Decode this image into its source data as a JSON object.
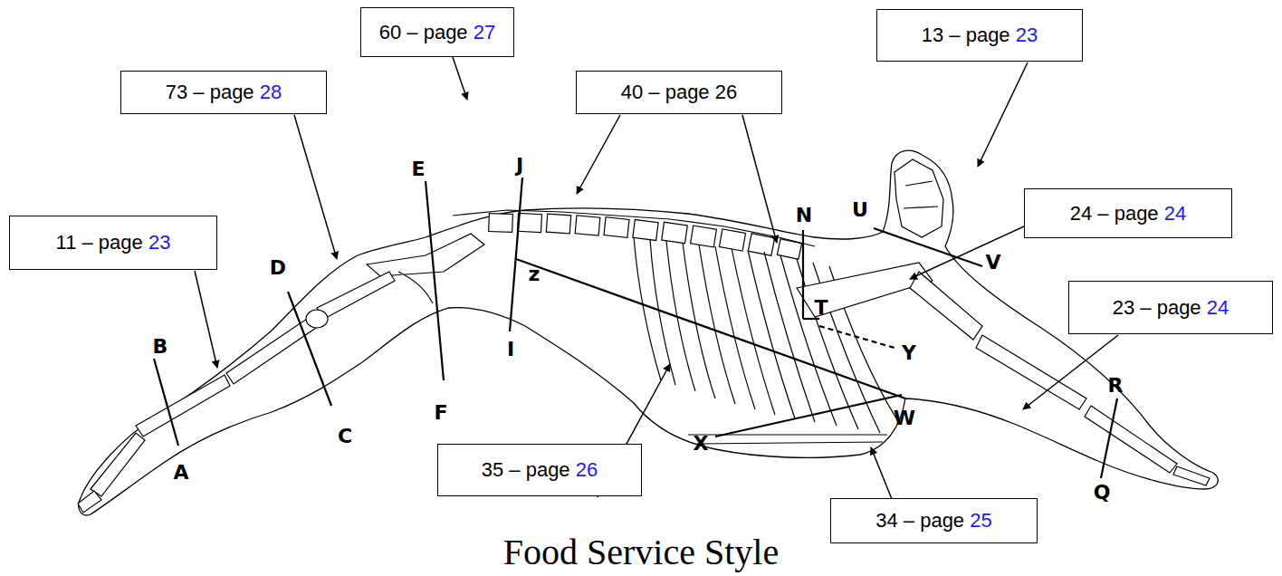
{
  "diagram": {
    "caption": "Food Service Style",
    "nodes": [
      {
        "text": [
          "60 – page",
          "27"
        ]
      },
      {
        "text": [
          "13 – page",
          "23"
        ]
      },
      {
        "text": [
          "73 – page",
          "28"
        ]
      },
      {
        "text": [
          "40 – page",
          "26"
        ]
      },
      {
        "text": [
          "24 – page",
          "24"
        ]
      },
      {
        "text": [
          "11 – page",
          "23"
        ]
      },
      {
        "text": [
          "23 – page",
          "24"
        ]
      },
      {
        "text": [
          "35 – page",
          "26"
        ]
      },
      {
        "text": [
          "34 – page",
          "25"
        ]
      }
    ],
    "labels": [
      "B",
      "A",
      "D",
      "C",
      "E",
      "F",
      "J",
      "z",
      "I",
      "N",
      "T",
      "U",
      "V",
      "Y",
      "X",
      "W",
      "R",
      "Q"
    ]
  }
}
